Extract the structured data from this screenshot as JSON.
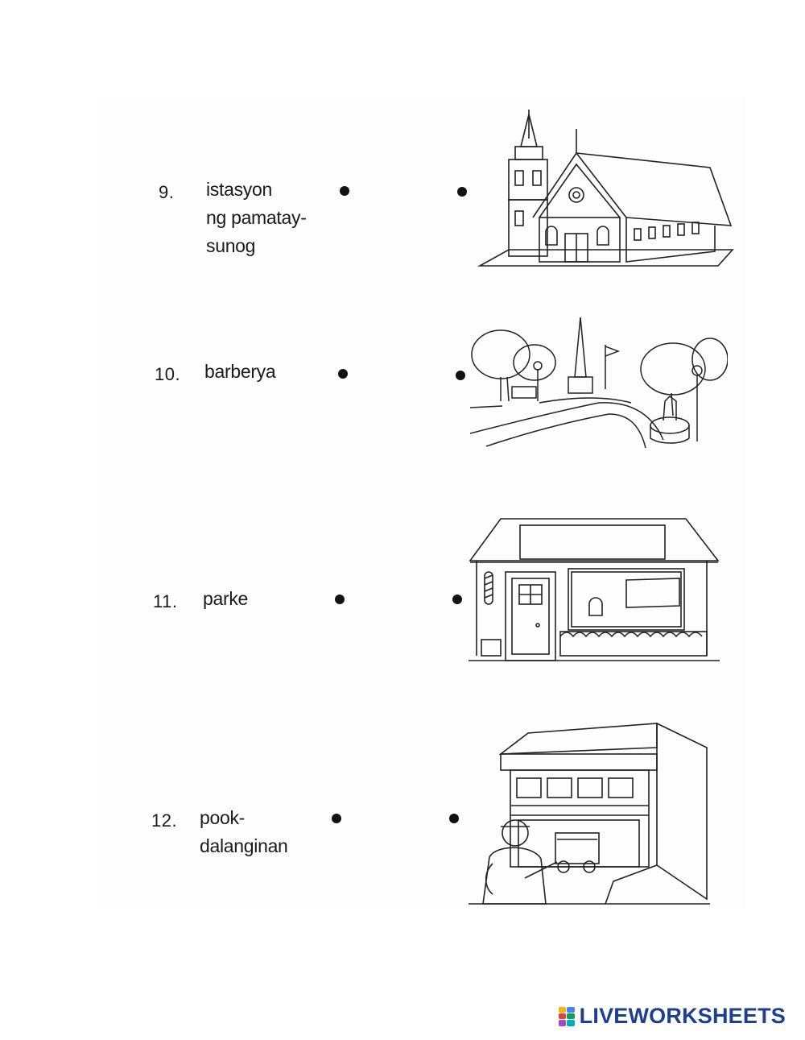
{
  "items": [
    {
      "number": "9.",
      "lines": [
        "istasyon",
        "ng pamatay-",
        "sunog"
      ],
      "picture": "church"
    },
    {
      "number": "10.",
      "lines": [
        "barberya"
      ],
      "picture": "park"
    },
    {
      "number": "11.",
      "lines": [
        "parke"
      ],
      "picture": "barbershop"
    },
    {
      "number": "12.",
      "lines": [
        "pook-",
        "dalanginan"
      ],
      "picture": "fire-station"
    }
  ],
  "footer": {
    "brand": "LIVEWORKSHEETS",
    "logo_colors": [
      "#f4b400",
      "#4285f4",
      "#db4437",
      "#0f9d58",
      "#ab47bc",
      "#00acc1"
    ]
  }
}
